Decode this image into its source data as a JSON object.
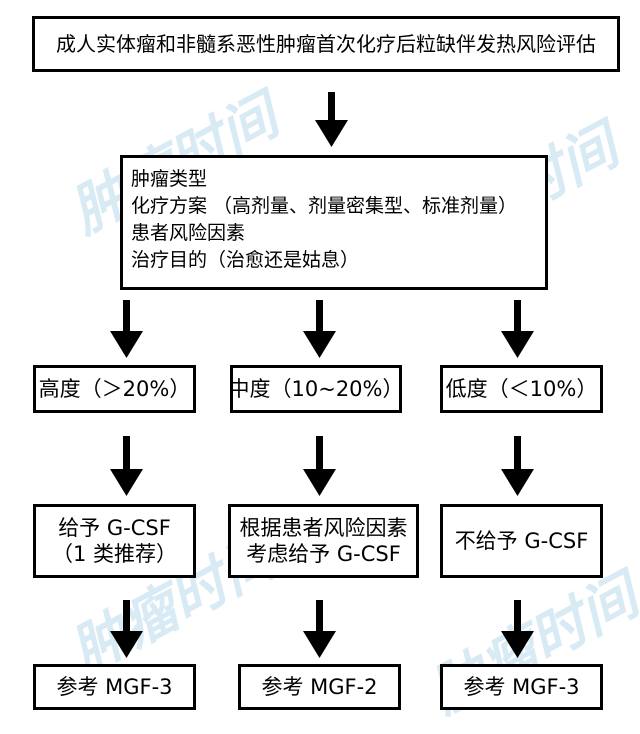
{
  "title": "成人实体瘤和非髓系恶性肿瘤首次化疗后粒缺伴发热风险评估",
  "factors": [
    "肿瘤类型",
    "化疗方案 （高剂量、剂量密集型、标准剂量）",
    "患者风险因素",
    "治疗目的（治愈还是姑息）"
  ],
  "risk_levels": {
    "high": "高度（＞20%）",
    "medium": "中度（10~20%）",
    "low": "低度（＜10%）"
  },
  "actions": {
    "high": [
      "给予 G-CSF",
      "（1 类推荐）"
    ],
    "medium": [
      "根据患者风险因素",
      "考虑给予 G-CSF"
    ],
    "low": "不给予 G-CSF"
  },
  "refs": {
    "high": "参考 MGF-3",
    "medium": "参考 MGF-2",
    "low": "参考 MGF-3"
  },
  "watermark": "肿瘤时间"
}
